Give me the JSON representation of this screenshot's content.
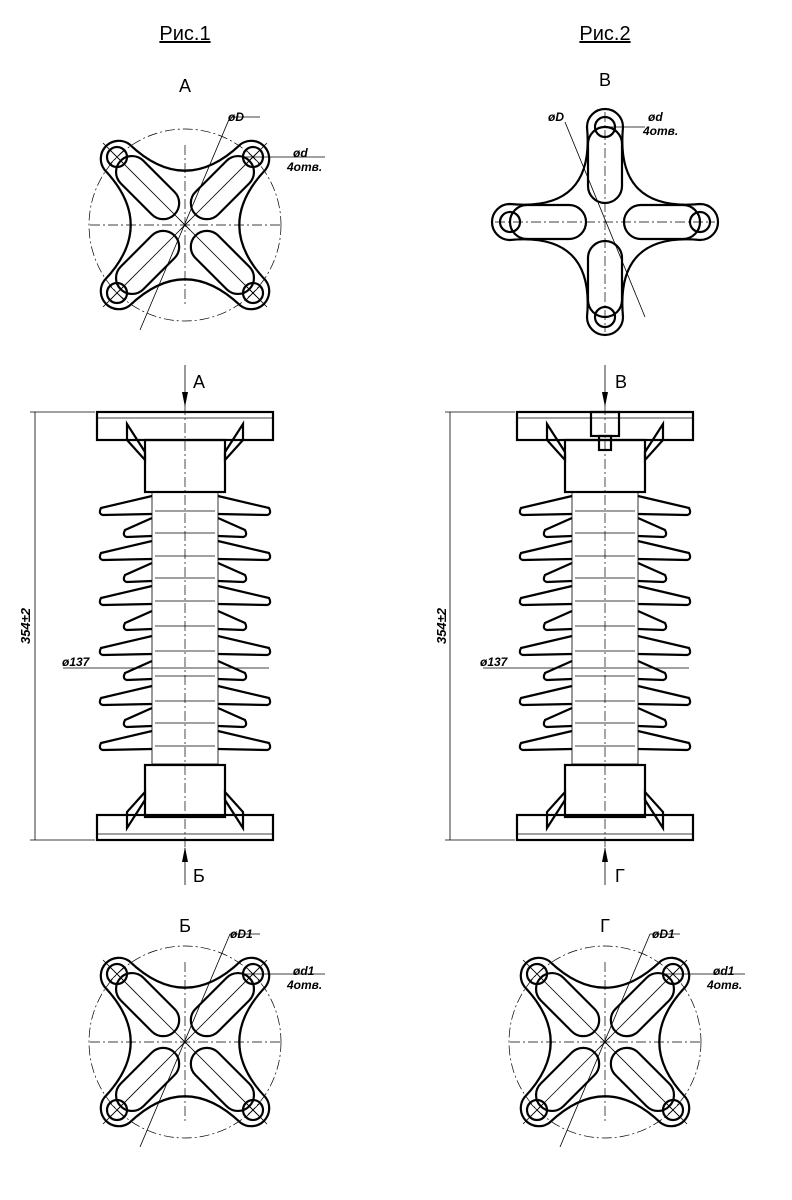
{
  "figures": [
    {
      "title": "Рис.1",
      "top_view": "А",
      "bottom_view": "Б",
      "top_type": "diagonal",
      "top_dims": {
        "D": "øD",
        "d": "ød",
        "holes": "4отв."
      },
      "bottom_dims": {
        "D": "øD1",
        "d": "ød1",
        "holes": "4отв."
      },
      "height_dim": "354±2",
      "diameter_dim": "ø137"
    },
    {
      "title": "Рис.2",
      "top_view": "В",
      "bottom_view": "Г",
      "top_type": "cross",
      "top_dims": {
        "D": "øD",
        "d": "ød",
        "holes": "4отв."
      },
      "bottom_dims": {
        "D": "øD1",
        "d": "ød1",
        "holes": "4отв."
      },
      "height_dim": "354±2",
      "diameter_dim": "ø137"
    }
  ]
}
